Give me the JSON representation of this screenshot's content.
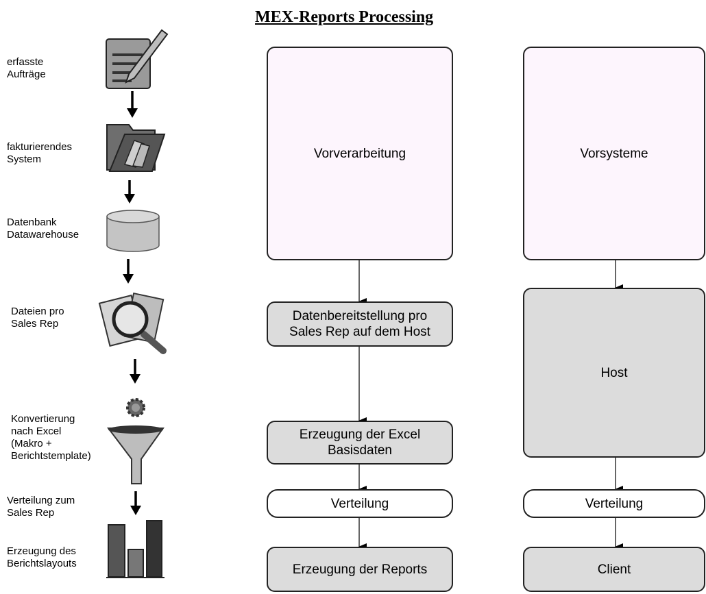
{
  "title": "MEX-Reports Processing",
  "steps": [
    {
      "label": "erfasste\nAufträge",
      "icon": "pencil-document-icon"
    },
    {
      "label": "fakturierendes\nSystem",
      "icon": "open-folder-icon"
    },
    {
      "label": "Datenbank\nDatawarehouse",
      "icon": "database-cylinder-icon"
    },
    {
      "label": "Dateien pro\nSales Rep",
      "icon": "magnifier-documents-icon"
    },
    {
      "label": "Konvertierung\nnach Excel\n(Makro +\nBerichtstemplate)",
      "icon": "gear-funnel-icon"
    },
    {
      "label": "Verteilung zum\nSales Rep",
      "icon": "none"
    },
    {
      "label": "Erzeugung des\nBerichtslayouts",
      "icon": "bar-chart-icon"
    }
  ],
  "middle_column": [
    {
      "label": "Vorverarbeitung"
    },
    {
      "label": "Datenbereitstellung pro\nSales Rep auf dem Host"
    },
    {
      "label": "Erzeugung der Excel\nBasisdaten"
    },
    {
      "label": "Verteilung"
    },
    {
      "label": "Erzeugung der Reports"
    }
  ],
  "right_column": [
    {
      "label": "Vorsysteme"
    },
    {
      "label": "Host"
    },
    {
      "label": "Verteilung"
    },
    {
      "label": "Client"
    }
  ],
  "colors": {
    "pink_box": "#fdf5fd",
    "gray_box": "#dcdcdc",
    "border": "#222222"
  }
}
